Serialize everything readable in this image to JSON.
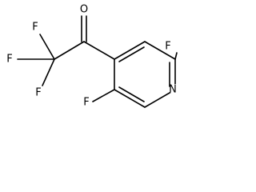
{
  "structure": {
    "atoms": {
      "oxygen": "O",
      "fluorine_cf3_left": "F",
      "fluorine_cf3_upper": "F",
      "fluorine_cf3_lower": "F",
      "fluorine_ring_2": "F",
      "fluorine_ring_5": "F",
      "nitrogen": "N"
    }
  }
}
